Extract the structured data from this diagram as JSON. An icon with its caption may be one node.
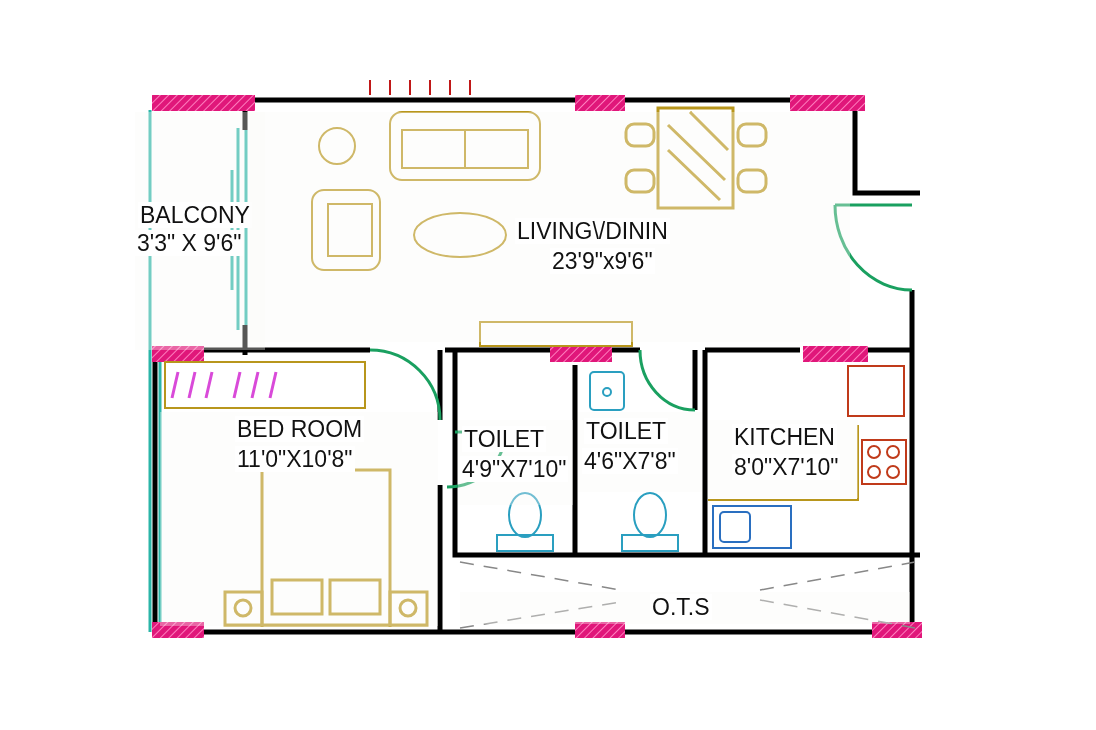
{
  "diagram": {
    "nodes": [
      {
        "text": [
          "BALCONY",
          "3'3\" X 9'6\""
        ]
      },
      {
        "text": [
          "LIVING\\/DININ",
          "23'9\"x9'6\""
        ]
      },
      {
        "text": [
          "BED ROOM",
          "11'0\"X10'8\""
        ]
      },
      {
        "text": [
          "TOILET",
          "4'9\"X7'10\""
        ]
      },
      {
        "text": [
          "TOILET",
          "4'6\"X7'8\""
        ]
      },
      {
        "text": [
          "KITCHEN",
          "8'0\"X7'10\""
        ]
      },
      {
        "text": [
          "O.T.S"
        ]
      }
    ]
  }
}
